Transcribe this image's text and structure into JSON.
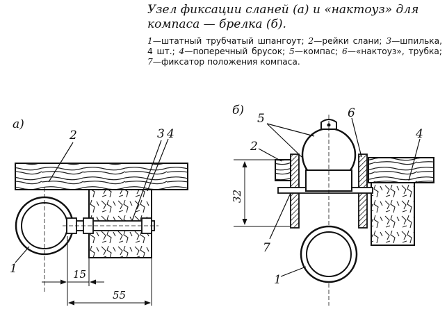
{
  "title": "Узел фиксации сланей (а) и «нактоуз» для компаса — брелка (б).",
  "caption": [
    {
      "n": "1",
      "text": "—штатный трубчатый шпангоут; "
    },
    {
      "n": "2",
      "text": "—рейки слани; "
    },
    {
      "n": "3",
      "text": "—шпилька, 4 шт.; "
    },
    {
      "n": "4",
      "text": "—поперечный брусок; "
    },
    {
      "n": "5",
      "text": "—компас; "
    },
    {
      "n": "6",
      "text": "—«нактоуз», трубка; "
    },
    {
      "n": "7",
      "text": "—фиксатор положения компаса."
    }
  ],
  "figure_a": {
    "label": "а)",
    "callouts": [
      "2",
      "3",
      "4",
      "1"
    ],
    "dimensions": [
      "15",
      "55"
    ]
  },
  "figure_b": {
    "label": "б)",
    "callouts": [
      "5",
      "6",
      "2",
      "4",
      "7",
      "1"
    ],
    "dimensions": [
      "32"
    ]
  }
}
